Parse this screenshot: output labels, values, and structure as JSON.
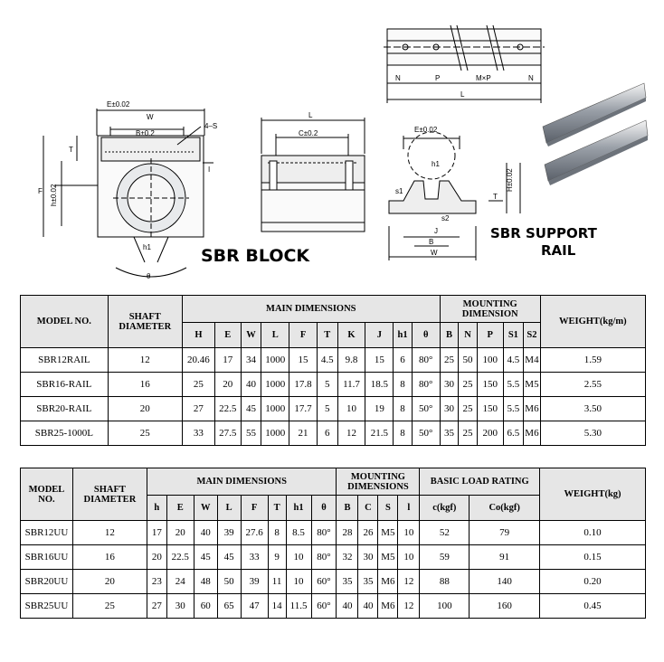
{
  "drawing_labels": {
    "block_title": "SBR BLOCK",
    "rail_title_line1": "SBR SUPPORT",
    "rail_title_line2": "RAIL",
    "dims_front": [
      "E±0.02",
      "W",
      "B±0.2",
      "4-S",
      "T",
      "h±0.02",
      "F",
      "h1",
      "θ",
      "I"
    ],
    "dims_side": [
      "L",
      "C±0.2"
    ],
    "dims_rail_top": [
      "N",
      "P",
      "M×P",
      "N",
      "L"
    ],
    "dims_rail_end": [
      "E±0.02",
      "h1",
      "s1",
      "s2",
      "J",
      "B",
      "W",
      "T",
      "H±0.02"
    ]
  },
  "table1": {
    "headers": {
      "model": "MODEL NO.",
      "shaft": "SHAFT DIAMETER",
      "main": "MAIN DIMENSIONS",
      "mounting": "MOUNTING DIMENSION",
      "weight": "WEIGHT(kg/m)"
    },
    "sub": [
      "H",
      "E",
      "W",
      "L",
      "F",
      "T",
      "K",
      "J",
      "h1",
      "θ",
      "B",
      "N",
      "P",
      "S1",
      "S2"
    ],
    "rows": [
      [
        "SBR12RAIL",
        "12",
        "20.46",
        "17",
        "34",
        "1000",
        "15",
        "4.5",
        "9.8",
        "15",
        "6",
        "80°",
        "25",
        "50",
        "100",
        "4.5",
        "M4",
        "1.59"
      ],
      [
        "SBR16-RAIL",
        "16",
        "25",
        "20",
        "40",
        "1000",
        "17.8",
        "5",
        "11.7",
        "18.5",
        "8",
        "80°",
        "30",
        "25",
        "150",
        "5.5",
        "M5",
        "2.55"
      ],
      [
        "SBR20-RAIL",
        "20",
        "27",
        "22.5",
        "45",
        "1000",
        "17.7",
        "5",
        "10",
        "19",
        "8",
        "50°",
        "30",
        "25",
        "150",
        "5.5",
        "M6",
        "3.50"
      ],
      [
        "SBR25-1000L",
        "25",
        "33",
        "27.5",
        "55",
        "1000",
        "21",
        "6",
        "12",
        "21.5",
        "8",
        "50°",
        "35",
        "25",
        "200",
        "6.5",
        "M6",
        "5.30"
      ]
    ]
  },
  "table2": {
    "headers": {
      "model": "MODEL NO.",
      "shaft": "SHAFT DIAMETER",
      "main": "MAIN DIMENSIONS",
      "mounting": "MOUNTING DIMENSIONS",
      "load": "BASIC LOAD RATING",
      "weight": "WEIGHT(kg)"
    },
    "sub": [
      "h",
      "E",
      "W",
      "L",
      "F",
      "T",
      "h1",
      "θ",
      "B",
      "C",
      "S",
      "l",
      "c(kgf)",
      "Co(kgf)"
    ],
    "rows": [
      [
        "SBR12UU",
        "12",
        "17",
        "20",
        "40",
        "39",
        "27.6",
        "8",
        "8.5",
        "80°",
        "28",
        "26",
        "M5",
        "10",
        "52",
        "79",
        "0.10"
      ],
      [
        "SBR16UU",
        "16",
        "20",
        "22.5",
        "45",
        "45",
        "33",
        "9",
        "10",
        "80°",
        "32",
        "30",
        "M5",
        "10",
        "59",
        "91",
        "0.15"
      ],
      [
        "SBR20UU",
        "20",
        "23",
        "24",
        "48",
        "50",
        "39",
        "11",
        "10",
        "60°",
        "35",
        "35",
        "M6",
        "12",
        "88",
        "140",
        "0.20"
      ],
      [
        "SBR25UU",
        "25",
        "27",
        "30",
        "60",
        "65",
        "47",
        "14",
        "11.5",
        "60°",
        "40",
        "40",
        "M6",
        "12",
        "100",
        "160",
        "0.45"
      ]
    ]
  }
}
